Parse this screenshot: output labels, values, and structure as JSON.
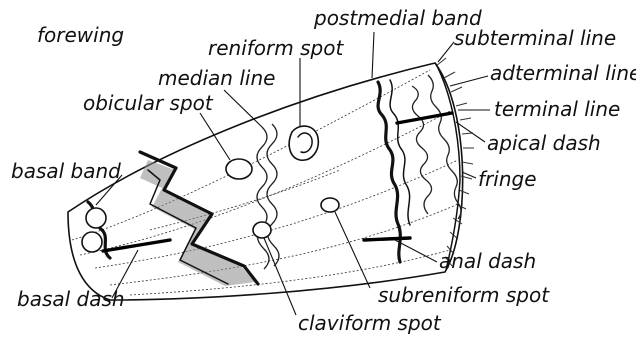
{
  "title": "forewing",
  "labels": {
    "postmedial_band": "postmedial band",
    "reniform_spot": "reniform spot",
    "subterminal_line": "subterminal line",
    "adterminal_line": "adterminal line",
    "median_line": "median line",
    "obicular_spot": "obicular spot",
    "terminal_line": "terminal line",
    "apical_dash": "apical dash",
    "basal_band": "basal band",
    "fringe": "fringe",
    "anal_dash": "anal dash",
    "basal_dash": "basal dash",
    "subreniform_spot": "subreniform spot",
    "claviform_spot": "claviform spot"
  }
}
